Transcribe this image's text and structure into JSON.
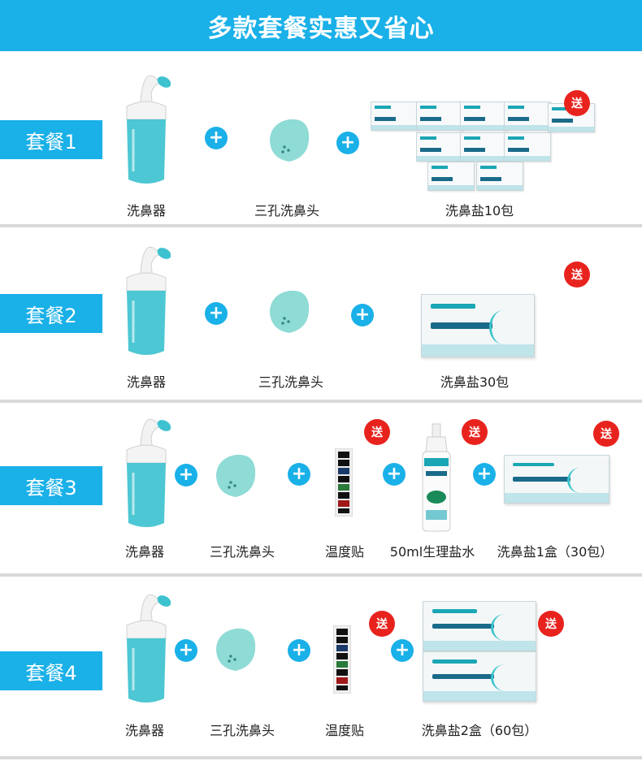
{
  "header": {
    "title": "多款套餐实惠又省心"
  },
  "gift_text": "送",
  "plus_symbol": "+",
  "colors": {
    "accent": "#1ab0e8",
    "gift": "#e8231e",
    "bottle": "#3ec2cf"
  },
  "packages": [
    {
      "label": "套餐1",
      "items": [
        "洗鼻器",
        "三孔洗鼻头",
        "洗鼻盐10包"
      ]
    },
    {
      "label": "套餐2",
      "items": [
        "洗鼻器",
        "三孔洗鼻头",
        "洗鼻盐30包"
      ]
    },
    {
      "label": "套餐3",
      "items": [
        "洗鼻器",
        "三孔洗鼻头",
        "温度贴",
        "50ml生理盐水",
        "洗鼻盐1盒（30包）"
      ]
    },
    {
      "label": "套餐4",
      "items": [
        "洗鼻器",
        "三孔洗鼻头",
        "温度贴",
        "洗鼻盐2盒（60包）"
      ]
    }
  ]
}
